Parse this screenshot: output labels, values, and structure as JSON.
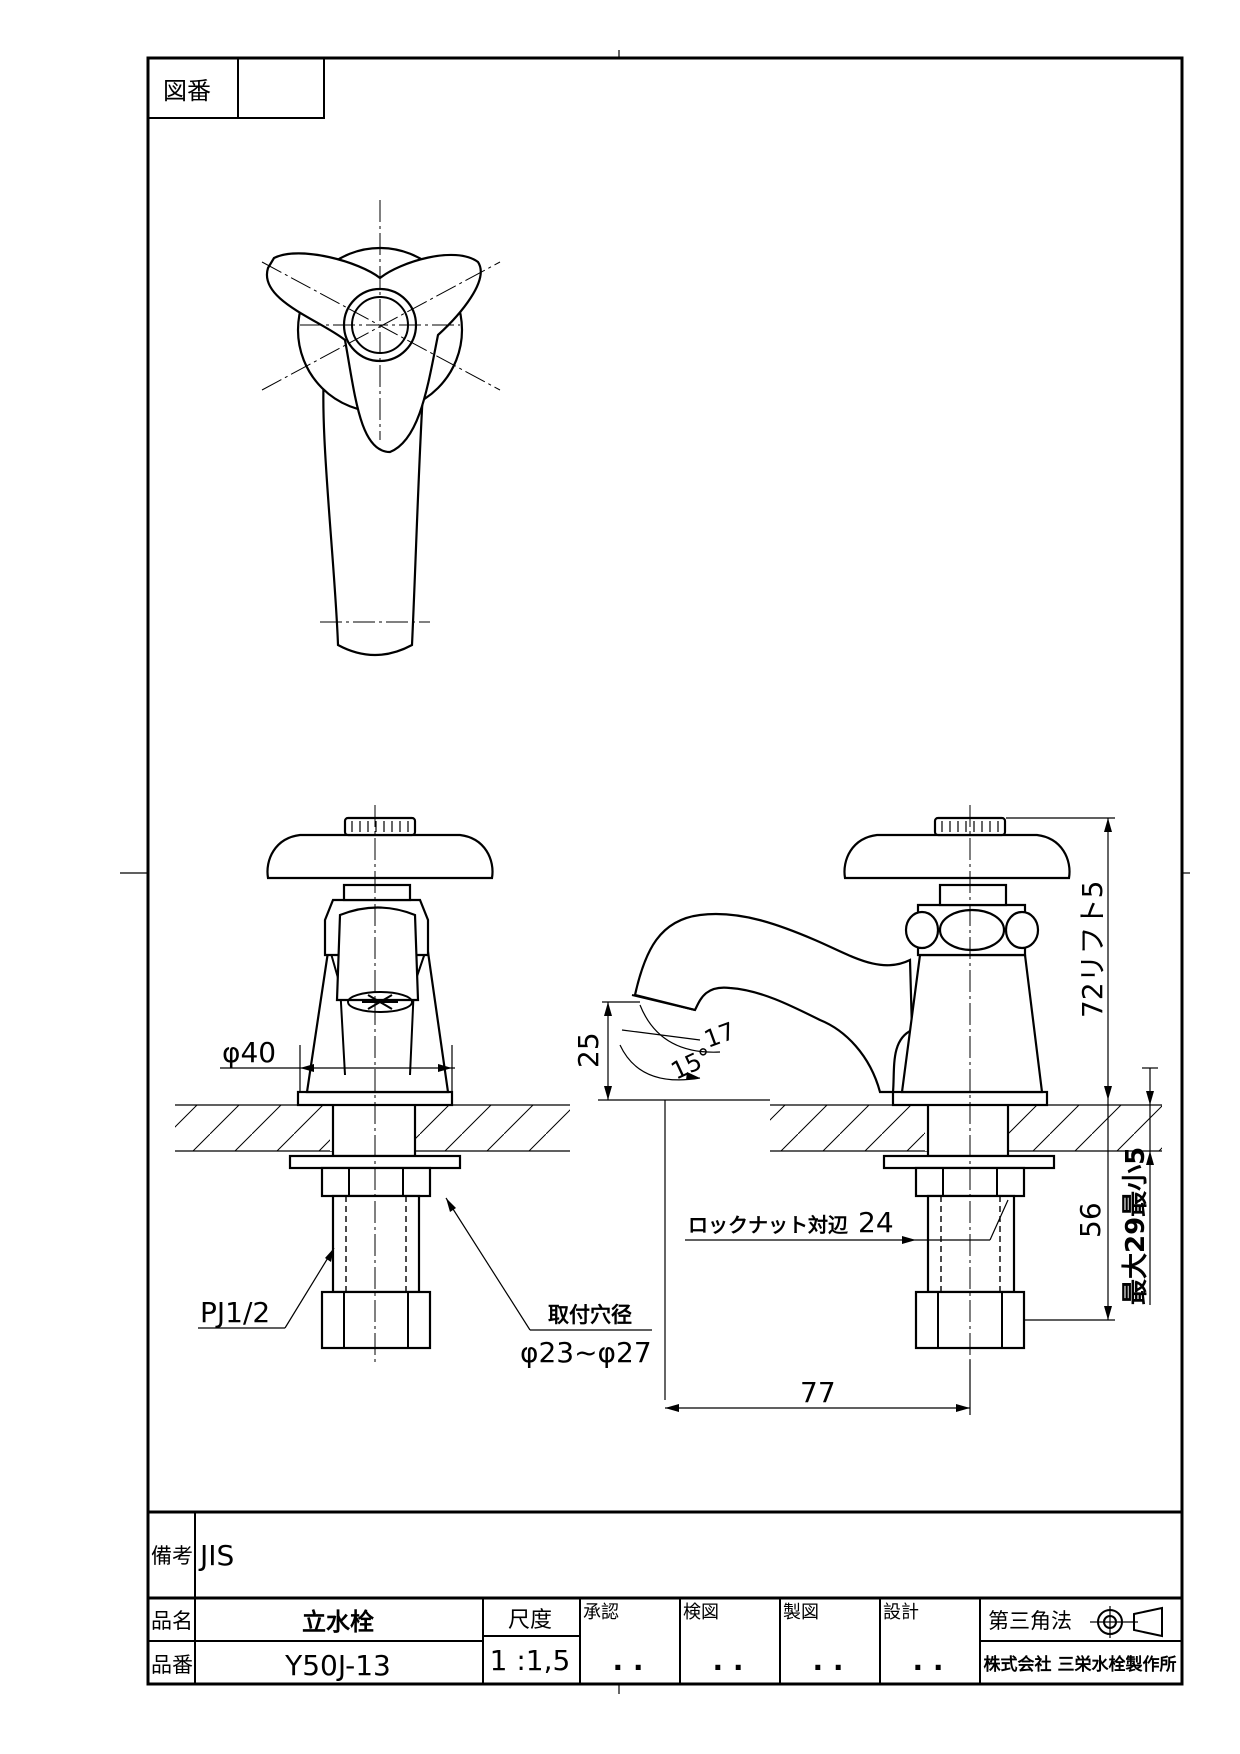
{
  "title_block": {
    "drawing_no_label": "図番",
    "drawing_no_value": "",
    "remarks_label": "備考",
    "remarks_value": "JIS",
    "product_name_label": "品名",
    "product_name_value": "立水栓",
    "product_no_label": "品番",
    "product_no_value": "Y50J-13",
    "scale_label": "尺度",
    "scale_value": "1 :1,5",
    "approval_label": "承認",
    "check_label": "検図",
    "drafting_label": "製図",
    "design_label": "設計",
    "date_mark": ". .",
    "projection_label": "第三角法",
    "company": "株式会社 三栄水栓製作所"
  },
  "dimensions": {
    "phi40": "φ40",
    "pj": "PJ1/2",
    "hole_label": "取付穴径",
    "hole_value": "φ23~φ27",
    "locknut": "ロックナット対辺",
    "locknut_value": "24",
    "d25": "25",
    "d17": "17",
    "angle": "15°",
    "d72": "72リフト5",
    "d56": "56",
    "max_min": "最大29最小5",
    "d77": "77"
  }
}
